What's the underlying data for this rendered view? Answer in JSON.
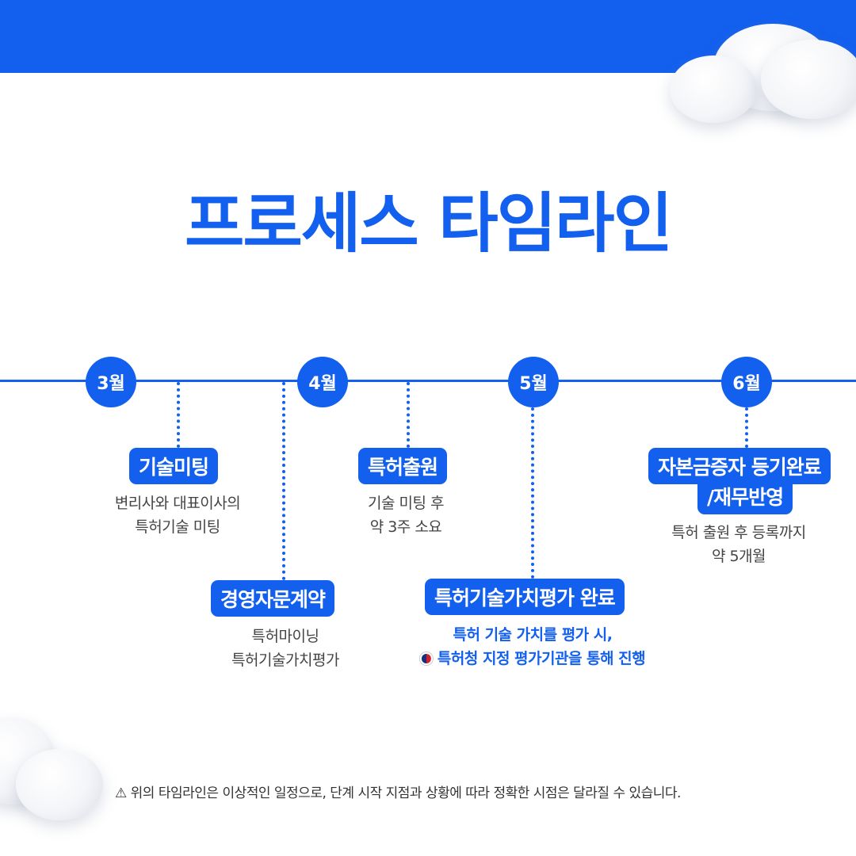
{
  "title": "프로세스 타임라인",
  "months": [
    "3월",
    "4월",
    "5월",
    "6월"
  ],
  "steps": [
    {
      "label": "기술미팅",
      "desc": [
        "변리사와 대표이사의",
        "특허기술 미팅"
      ]
    },
    {
      "label": "경영자문계약",
      "desc": [
        "특허마이닝",
        "특허기술가치평가"
      ]
    },
    {
      "label": "특허출원",
      "desc": [
        "기술 미팅 후",
        "약 3주 소요"
      ]
    },
    {
      "label": "특허기술가치평가 완료",
      "desc": [
        "특허 기술 가치를 평가 시,",
        "특허청 지정 평가기관을 통해 진행"
      ]
    },
    {
      "label": [
        "자본금증자 등기완료",
        "/재무반영"
      ],
      "desc": [
        "특허 출원 후 등록까지",
        "약 5개월"
      ]
    }
  ],
  "note": "위의 타임라인은 이상적인 일정으로, 단계 시작 지점과 상황에 따라 정확한 시점은 달라질 수 있습니다.",
  "colors": {
    "accent": "#1360ef"
  }
}
